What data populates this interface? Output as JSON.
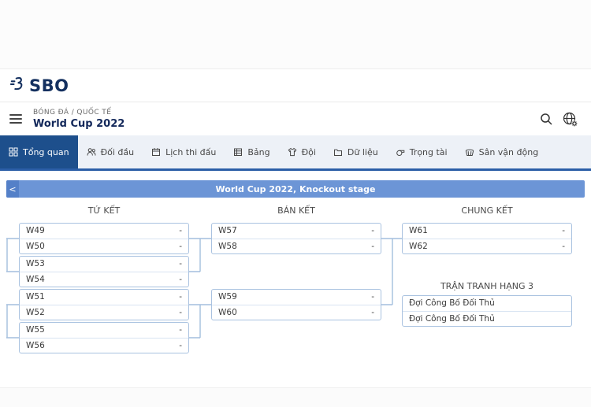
{
  "brand": {
    "name": "SBO"
  },
  "breadcrumb": {
    "category": "BÓNG ĐÁ / QUỐC TẾ",
    "title": "World Cup 2022"
  },
  "tabs": [
    {
      "label": "Tổng quan"
    },
    {
      "label": "Đối đầu"
    },
    {
      "label": "Lịch thi đấu"
    },
    {
      "label": "Bảng"
    },
    {
      "label": "Đội"
    },
    {
      "label": "Dữ liệu"
    },
    {
      "label": "Trọng tài"
    },
    {
      "label": "Sân vận động"
    }
  ],
  "bracket": {
    "back_label": "<",
    "title": "World Cup 2022, Knockout stage",
    "round_titles": {
      "quarter": "TỨ KẾT",
      "semi": "BÁN KẾT",
      "final": "CHUNG KẾT",
      "third": "TRẬN TRANH HẠNG 3"
    },
    "quarter": [
      {
        "home": "W49",
        "away": "W50",
        "home_score": "-",
        "away_score": "-"
      },
      {
        "home": "W53",
        "away": "W54",
        "home_score": "-",
        "away_score": "-"
      },
      {
        "home": "W51",
        "away": "W52",
        "home_score": "-",
        "away_score": "-"
      },
      {
        "home": "W55",
        "away": "W56",
        "home_score": "-",
        "away_score": "-"
      }
    ],
    "semi": [
      {
        "home": "W57",
        "away": "W58",
        "home_score": "-",
        "away_score": "-"
      },
      {
        "home": "W59",
        "away": "W60",
        "home_score": "-",
        "away_score": "-"
      }
    ],
    "final": [
      {
        "home": "W61",
        "away": "W62",
        "home_score": "-",
        "away_score": "-"
      }
    ],
    "third_place": {
      "home": "Đợi Công Bố Đối Thủ",
      "away": "Đợi Công Bố Đối Thủ"
    }
  },
  "colors": {
    "accent": "#1d4f8c",
    "stage_bar": "#6c95d6",
    "tab_underline": "#2b5ea7",
    "box_border": "#a9c2e0"
  }
}
